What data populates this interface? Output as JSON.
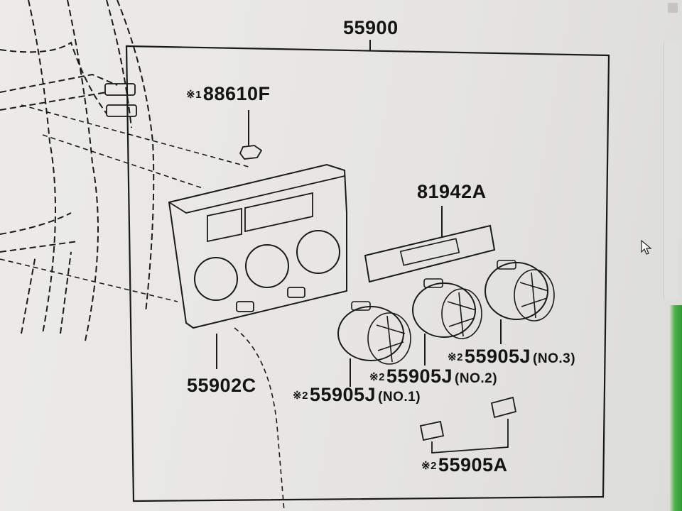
{
  "diagram": {
    "assembly_part": "55900",
    "parts": [
      {
        "key": "screw",
        "note": "※1",
        "number": "88610F",
        "suffix": ""
      },
      {
        "key": "panel",
        "note": "",
        "number": "55902C",
        "suffix": ""
      },
      {
        "key": "display_plate",
        "note": "",
        "number": "81942A",
        "suffix": ""
      },
      {
        "key": "knob_1",
        "note": "※2",
        "number": "55905J",
        "suffix": "(NO.1)"
      },
      {
        "key": "knob_2",
        "note": "※2",
        "number": "55905J",
        "suffix": "(NO.2)"
      },
      {
        "key": "knob_3",
        "note": "※2",
        "number": "55905J",
        "suffix": "(NO.3)"
      },
      {
        "key": "small_knobs",
        "note": "※2",
        "number": "55905A",
        "suffix": ""
      }
    ]
  },
  "colors": {
    "screen_background": "#e8e7e4",
    "line": "#1a1a1a",
    "taskbar_accent": "#3aa33b"
  },
  "icons": [
    "mouse-cursor-icon"
  ]
}
